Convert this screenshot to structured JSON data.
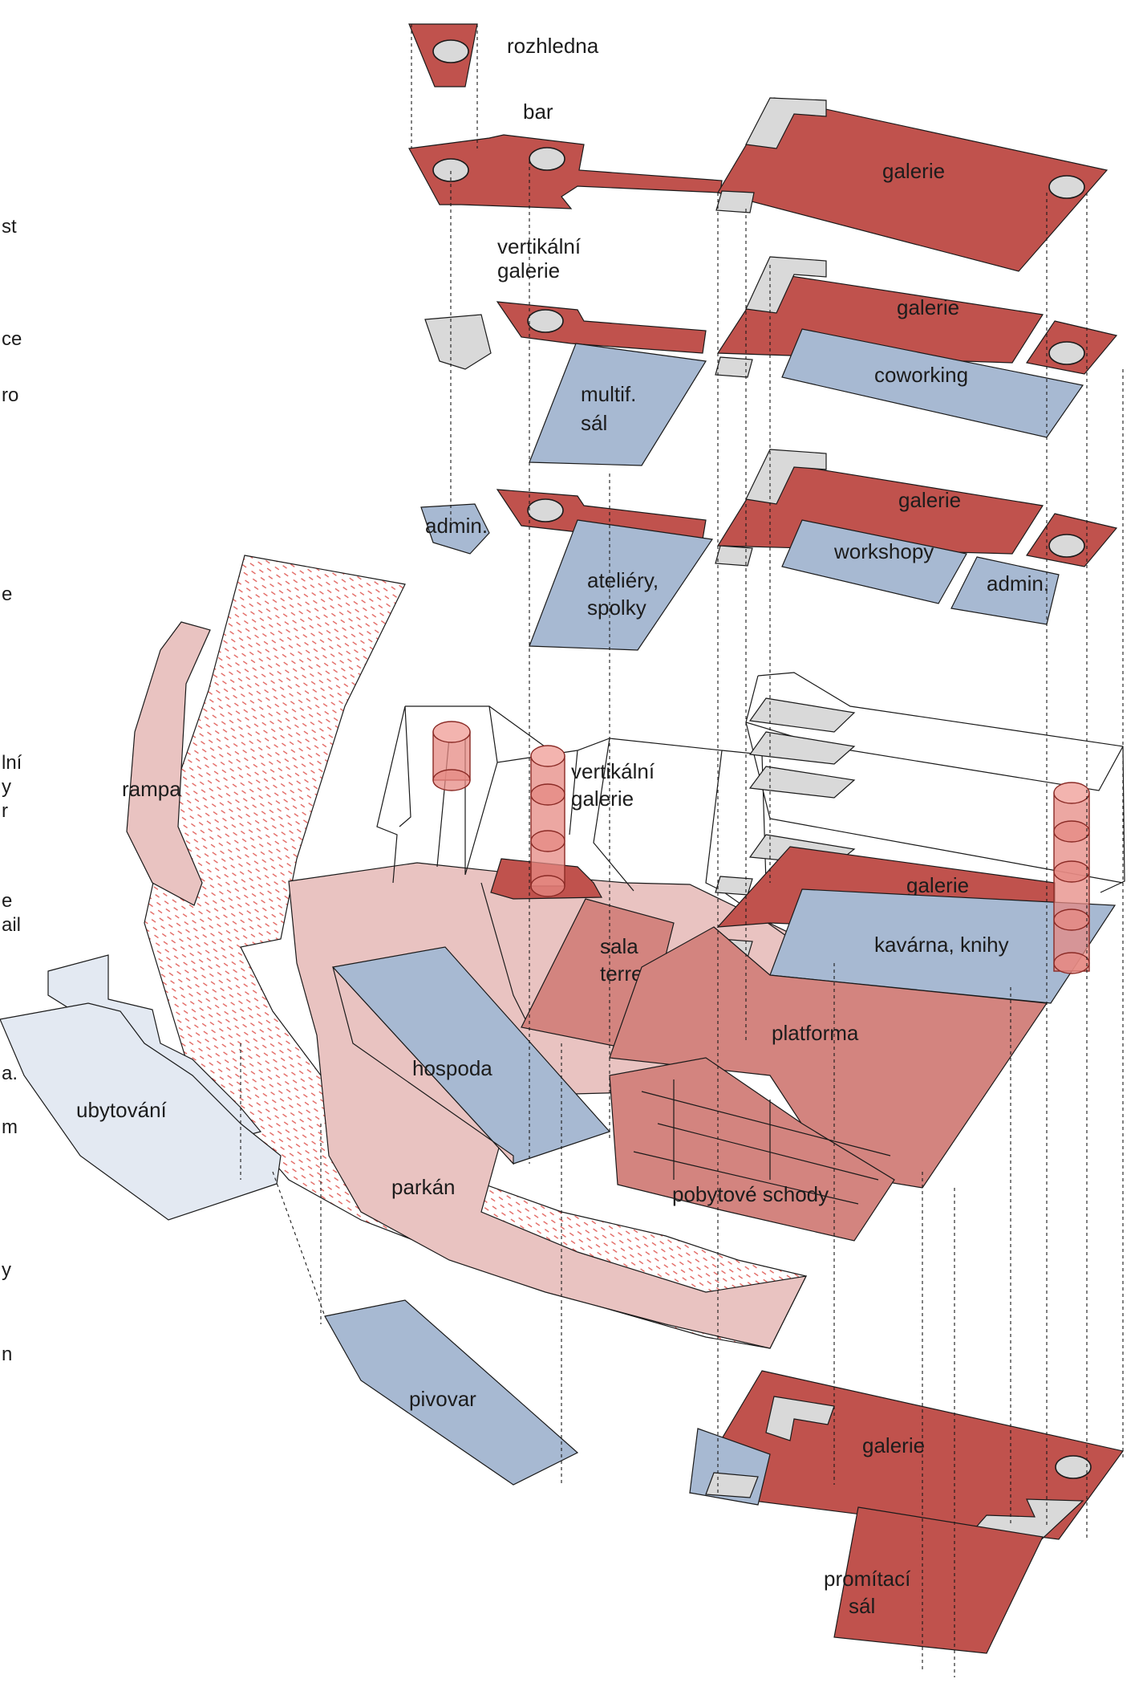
{
  "gutter_fragments": [
    "st",
    "ce",
    "ro",
    "e",
    "lní",
    "y",
    "r",
    "e",
    "ail",
    "a.",
    "m",
    "y",
    "n"
  ],
  "labels": {
    "rozhledna": "rozhledna",
    "bar": "bar",
    "galerie_top": "galerie",
    "vertikalni_galerie_upper_1": "vertikální",
    "vertikalni_galerie_upper_2": "galerie",
    "galerie_2": "galerie",
    "coworking": "coworking",
    "multif_1": "multif.",
    "multif_2": "sál",
    "admin_left": "admin.",
    "galerie_3": "galerie",
    "workshopy": "workshopy",
    "admin_right": "admin.",
    "ateliery_1": "ateliéry,",
    "ateliery_2": "spolky",
    "rampa": "rampa",
    "vertikalni_galerie_lower_1": "vertikální",
    "vertikalni_galerie_lower_2": "galerie",
    "galerie_4": "galerie",
    "kavarna": "kavárna, knihy",
    "sala_1": "sala",
    "sala_2": "terrena",
    "platforma": "platforma",
    "ubytovani": "ubytování",
    "hospoda": "hospoda",
    "parkan": "parkán",
    "pobytove_schody": "pobytové schody",
    "pivovar": "pivovar",
    "galerie_basement": "galerie",
    "promitaci_1": "promítací",
    "promitaci_2": "sál"
  },
  "colors": {
    "gallery_red": "#c0524d",
    "office_blue": "#a7b9d2",
    "light_blue": "#e3e9f2",
    "courtyard_pink": "#e9c3c1",
    "platform_red": "#d3847f",
    "service_grey": "#d9d9d9",
    "hatch_red": "#e05a55"
  }
}
